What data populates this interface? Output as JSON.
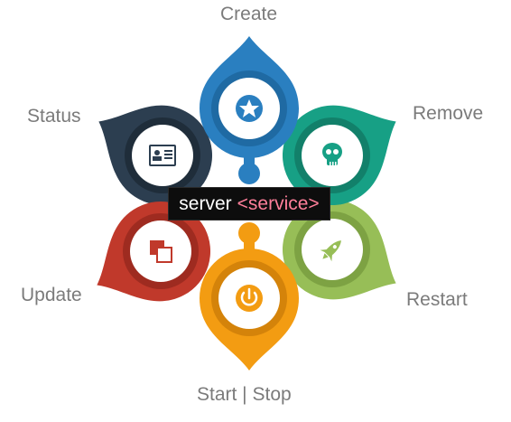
{
  "diagram": {
    "center": {
      "primary": "server",
      "secondary": "<service>"
    },
    "petals": [
      {
        "id": "create",
        "label": "Create",
        "color": "#2a7fc0",
        "ring": "#1f6aa3",
        "icon": "star-icon"
      },
      {
        "id": "remove",
        "label": "Remove",
        "color": "#17a085",
        "ring": "#12806a",
        "icon": "skull-icon"
      },
      {
        "id": "restart",
        "label": "Restart",
        "color": "#97be57",
        "ring": "#7da243",
        "icon": "rocket-icon"
      },
      {
        "id": "start",
        "label": "Start | Stop",
        "color": "#f39c12",
        "ring": "#d4830a",
        "icon": "power-icon"
      },
      {
        "id": "update",
        "label": "Update",
        "color": "#c0392b",
        "ring": "#9e2b20",
        "icon": "copy-squares-icon"
      },
      {
        "id": "status",
        "label": "Status",
        "color": "#2c3e50",
        "ring": "#1f2d3a",
        "icon": "id-card-icon"
      }
    ]
  }
}
